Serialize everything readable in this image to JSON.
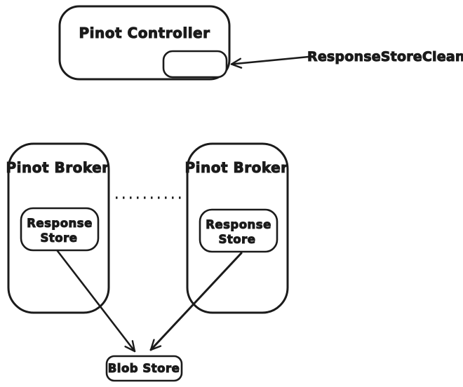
{
  "style": {
    "background": "#ffffff",
    "stroke": "#1b1b1b",
    "shape_fill": "#ffffff"
  },
  "nodes": {
    "controller": {
      "label": "Pinot Controller"
    },
    "cleaner": {
      "label": "ResponseStoreCleaner"
    },
    "broker_left": {
      "label": "Pinot Broker"
    },
    "broker_right": {
      "label": "Pinot Broker"
    },
    "response_store_left": {
      "lines": [
        "Response",
        "Store"
      ]
    },
    "response_store_right": {
      "lines": [
        "Response",
        "Store"
      ]
    },
    "blob_store": {
      "label": "Blob Store"
    }
  },
  "edges": {
    "cleaner_to_controller": "arrow",
    "response_store_left_to_blob": "arrow",
    "response_store_right_to_blob": "arrow",
    "broker_to_broker": "dotted"
  }
}
